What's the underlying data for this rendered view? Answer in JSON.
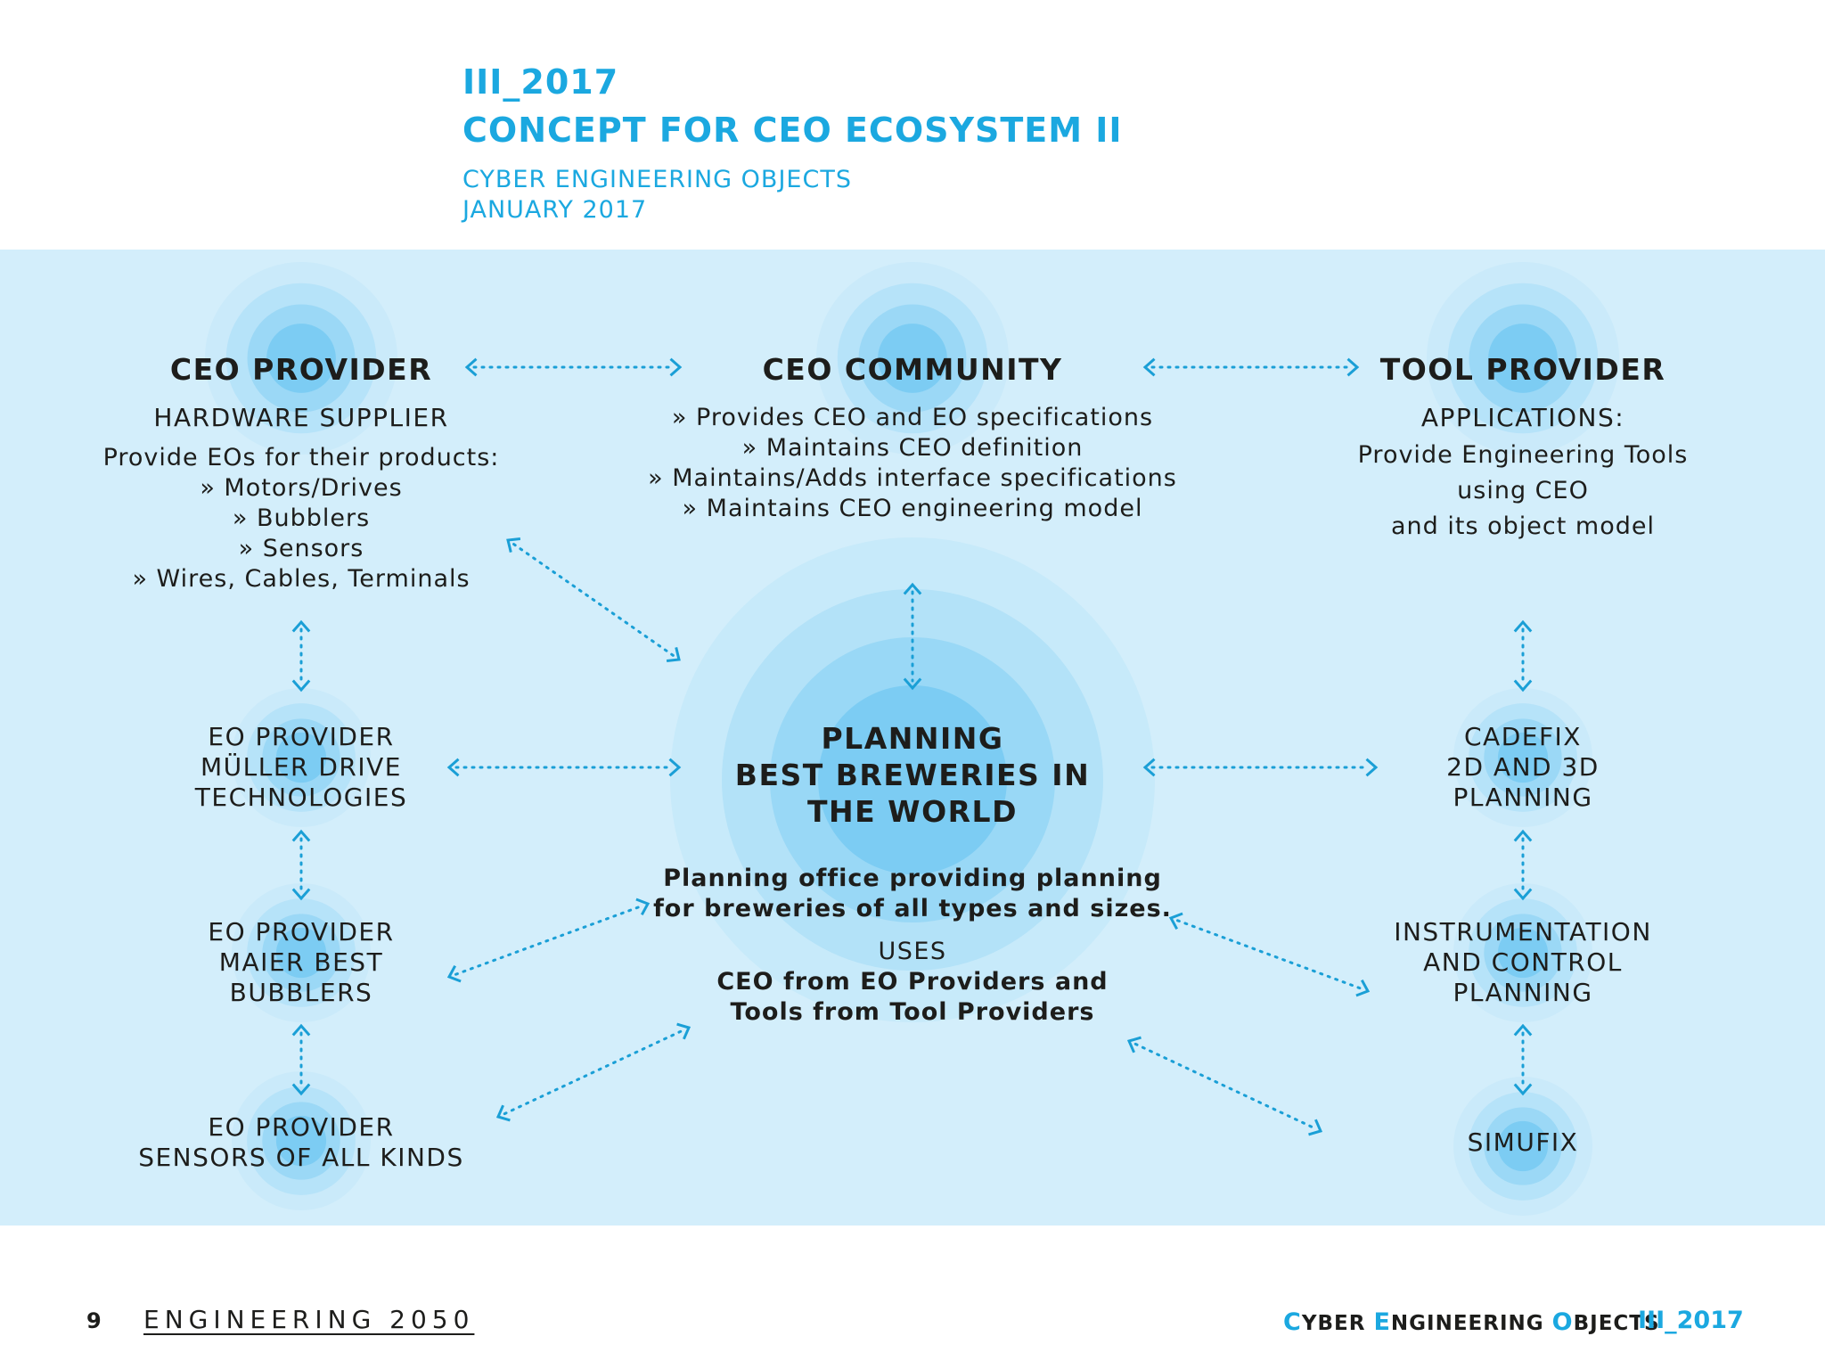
{
  "header": {
    "issue": "III_2017",
    "title": "CONCEPT FOR CEO ECOSYSTEM II",
    "subtitle1": "CYBER ENGINEERING OBJECTS",
    "subtitle2": "JANUARY 2017"
  },
  "colors": {
    "accent": "#1ba8e0",
    "panel": "#d3eefb",
    "arrow": "#1a9fd6"
  },
  "nodes": {
    "ceo_provider": {
      "title": "CEO PROVIDER",
      "subtitle": "HARDWARE SUPPLIER",
      "lines": [
        "Provide EOs for their products:",
        "» Motors/Drives",
        "» Bubblers",
        "» Sensors",
        "» Wires, Cables, Terminals"
      ]
    },
    "ceo_community": {
      "title": "CEO COMMUNITY",
      "lines": [
        "» Provides CEO and EO specifications",
        "»  Maintains CEO definition",
        "» Maintains/Adds interface specifications",
        "» Maintains CEO engineering model"
      ]
    },
    "tool_provider": {
      "title": "TOOL PROVIDER",
      "subtitle": "APPLICATIONS:",
      "lines": [
        "Provide Engineering Tools",
        "using CEO",
        "and its object model"
      ]
    },
    "eo_muller": {
      "lines": [
        "EO PROVIDER",
        "MÜLLER DRIVE",
        "TECHNOLOGIES"
      ]
    },
    "eo_maier": {
      "lines": [
        "EO PROVIDER",
        "MAIER BEST",
        "BUBBLERS"
      ]
    },
    "eo_sensors": {
      "lines": [
        "EO PROVIDER",
        "SENSORS OF ALL KINDS"
      ]
    },
    "cadefix": {
      "lines": [
        "CADEFIX",
        "2D AND 3D",
        "PLANNING"
      ]
    },
    "instrumentation": {
      "lines": [
        "INSTRUMENTATION",
        "AND CONTROL",
        "PLANNING"
      ]
    },
    "simufix": {
      "lines": [
        "SIMUFIX"
      ]
    },
    "center": {
      "title": [
        "PLANNING",
        "BEST BREWERIES IN",
        "THE WORLD"
      ],
      "desc": [
        "Planning office providing planning",
        "for breweries of all types and sizes."
      ],
      "uses_label": "USES",
      "uses": [
        "CEO from EO Providers and",
        "Tools from Tool Providers"
      ]
    }
  },
  "footer": {
    "page_number": "9",
    "magazine": "ENGINEERING 2050",
    "series": [
      {
        "initial": "C",
        "rest": "YBER "
      },
      {
        "initial": "E",
        "rest": "NGINEERING "
      },
      {
        "initial": "O",
        "rest": "BJECTS"
      }
    ],
    "issue": "III_2017"
  }
}
